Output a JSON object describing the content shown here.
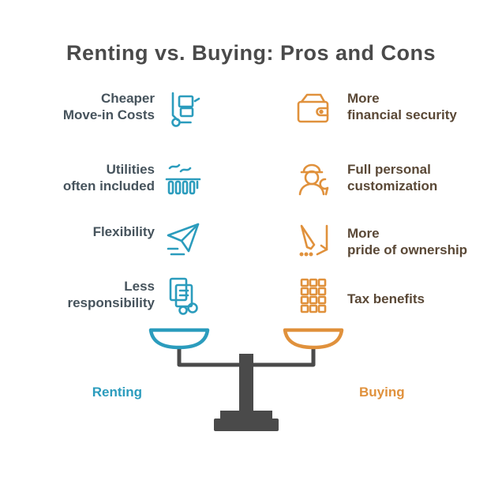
{
  "title": "Renting vs. Buying: Pros and Cons",
  "colors": {
    "renting_accent": "#2b9cbd",
    "buying_accent": "#e0913c",
    "scale_frame": "#4a4a4a",
    "title_text": "#4a4a4a"
  },
  "left_column": {
    "side": "Renting",
    "items": [
      {
        "icon": "hand-truck-icon",
        "line1": "Cheaper",
        "line2": "Move-in Costs"
      },
      {
        "icon": "radiator-icon",
        "line1": "Utilities",
        "line2": "often included"
      },
      {
        "icon": "paper-plane-icon",
        "line1": "Flexibility",
        "line2": ""
      },
      {
        "icon": "documents-icon",
        "line1": "Less",
        "line2": "responsibility"
      }
    ]
  },
  "right_column": {
    "side": "Buying",
    "items": [
      {
        "icon": "wallet-icon",
        "line1": "More",
        "line2": "financial security"
      },
      {
        "icon": "worker-icon",
        "line1": "Full personal",
        "line2": "customization"
      },
      {
        "icon": "pen-ruler-icon",
        "line1": "More",
        "line2": "pride of ownership"
      },
      {
        "icon": "building-icon",
        "line1": "Tax benefits",
        "line2": ""
      }
    ]
  },
  "scale": {
    "left_label": "Renting",
    "right_label": "Buying"
  }
}
